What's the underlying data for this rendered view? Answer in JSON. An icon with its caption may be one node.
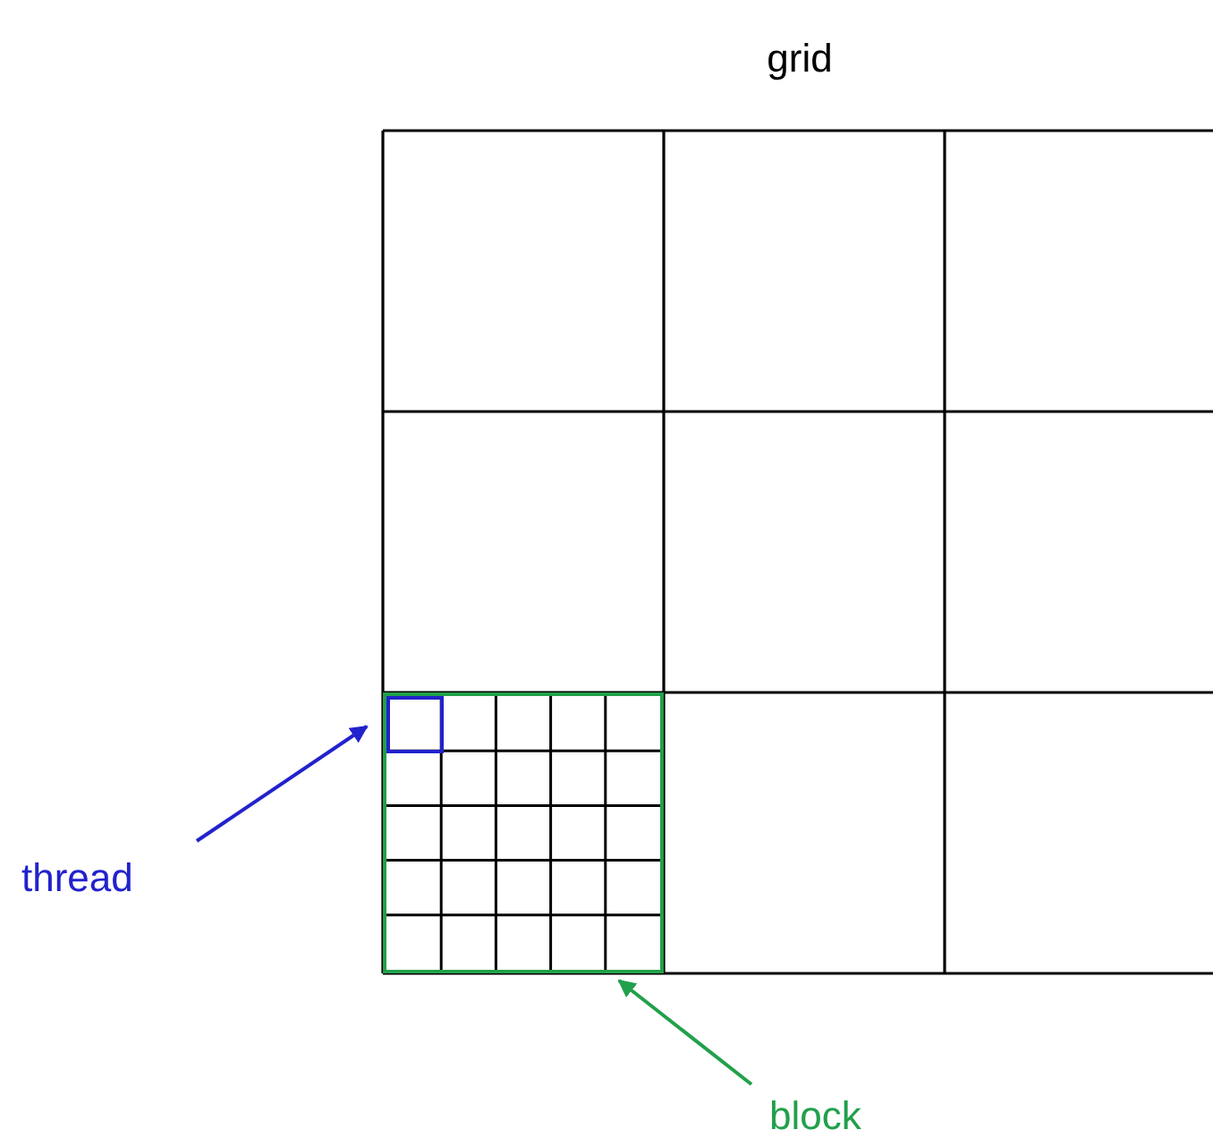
{
  "diagram": {
    "title": "grid",
    "nodes": [
      {
        "text": [],
        "shape": "box"
      },
      {
        "text": [],
        "shape": "box",
        "in": 0
      },
      {
        "text": [
          "thread"
        ]
      },
      {
        "text": [
          "block"
        ]
      }
    ],
    "edges": [
      {
        "from": 2,
        "to": 1,
        "arrow": "to",
        "color": "#2222cc"
      },
      {
        "from": 3,
        "to": 0,
        "arrow": "to",
        "color": "#22a04b"
      }
    ]
  }
}
